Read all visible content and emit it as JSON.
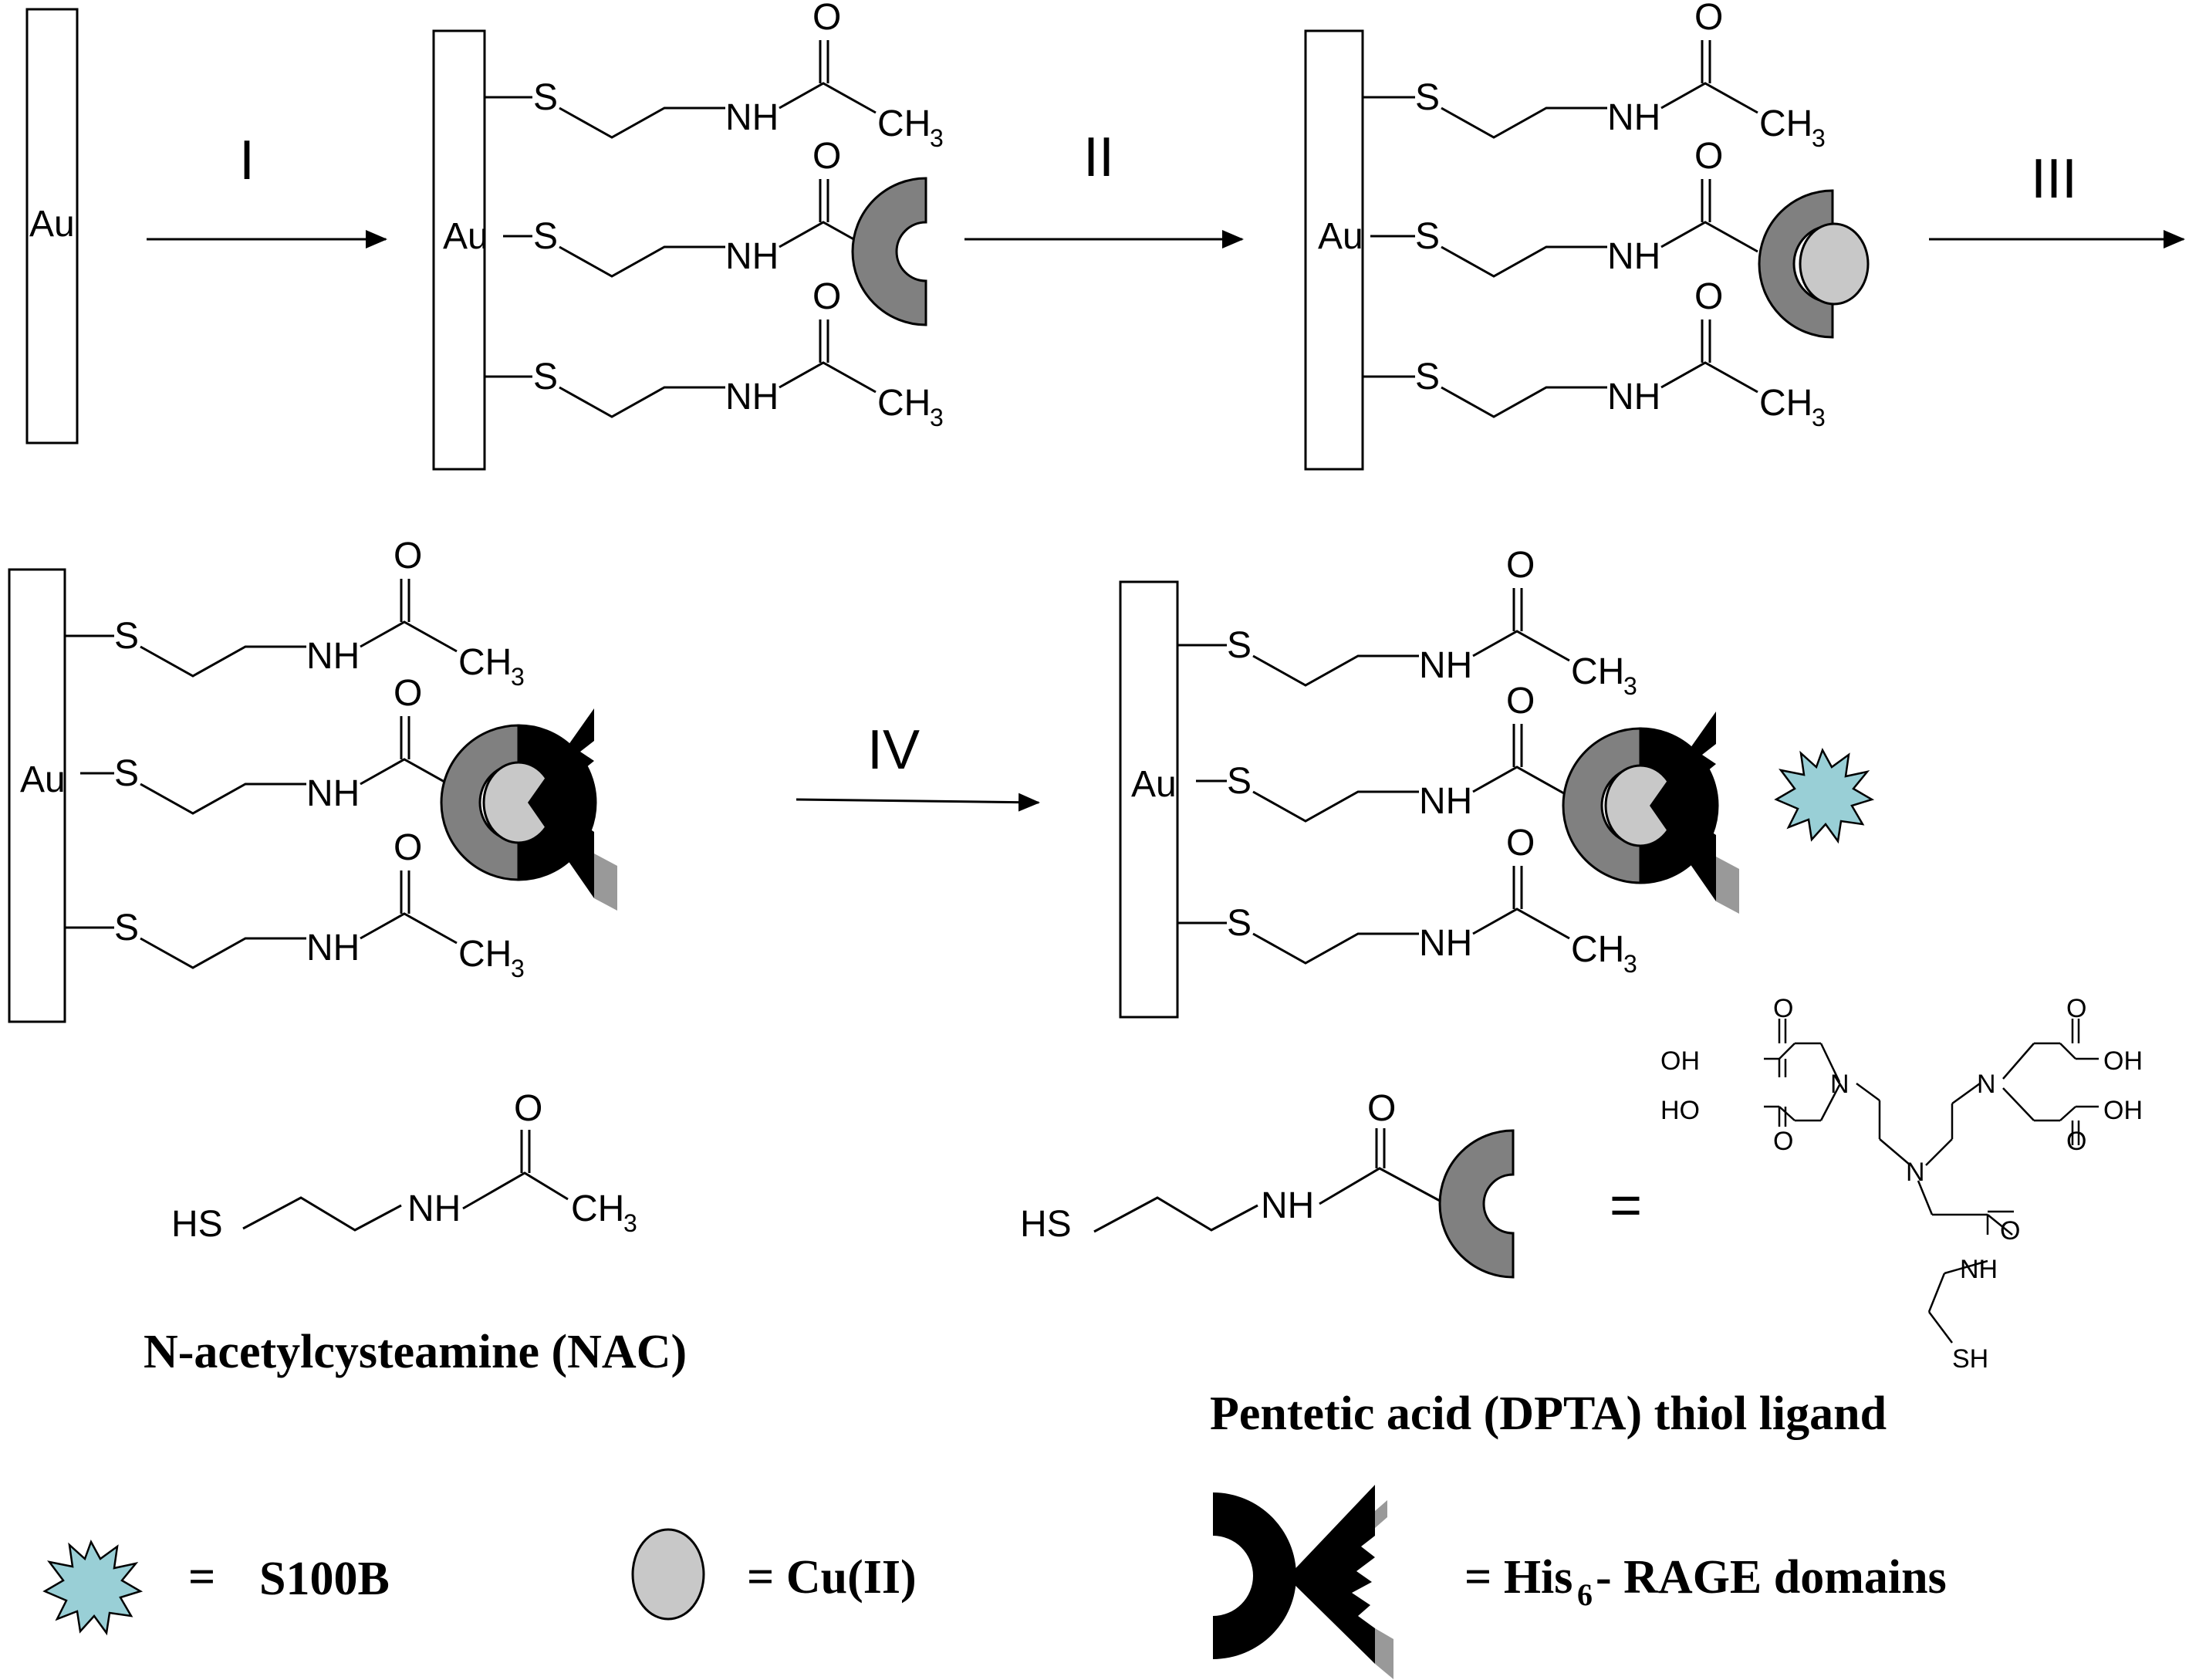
{
  "steps": [
    "I",
    "II",
    "III",
    "IV"
  ],
  "atoms": {
    "gold": "Au",
    "sulfur": "S",
    "amine": "NH",
    "oxygen": "O",
    "methyl": "CH",
    "methyl_sub": "3",
    "thiol": "HS"
  },
  "nac_name": "N-acetylcysteamine (NAC)",
  "dpta_name": "Pentetic acid (DPTA) thiol ligand",
  "equals": "=",
  "dpta_struct": {
    "oh": "OH",
    "ho": "HO",
    "o": "O",
    "n": "N",
    "nh": "NH",
    "sh": "SH"
  },
  "legend": {
    "s100b": "S100B",
    "cu": "= Cu(II)",
    "rage_prefix": "= His",
    "rage_sub": "6",
    "rage_suffix": "- RAGE domains"
  },
  "colors": {
    "chelator": "#808080",
    "copper": "#c8c8c8",
    "rage": "#000000",
    "rage_shadow": "#999999",
    "s100b": "#99cfd6"
  }
}
